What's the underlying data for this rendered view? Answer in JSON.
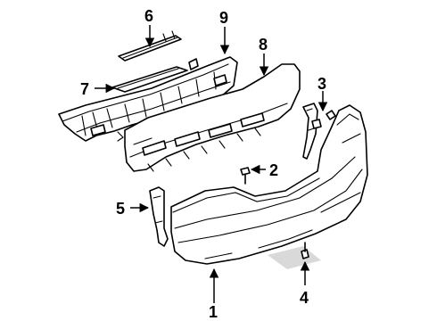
{
  "diagram": {
    "callouts": [
      {
        "id": "1",
        "label": "1"
      },
      {
        "id": "2",
        "label": "2"
      },
      {
        "id": "3",
        "label": "3"
      },
      {
        "id": "4",
        "label": "4"
      },
      {
        "id": "5",
        "label": "5"
      },
      {
        "id": "6",
        "label": "6"
      },
      {
        "id": "7",
        "label": "7"
      },
      {
        "id": "8",
        "label": "8"
      },
      {
        "id": "9",
        "label": "9"
      }
    ],
    "colors": {
      "line": "#000000",
      "background": "#ffffff",
      "shade": "#d9d9d9"
    }
  }
}
